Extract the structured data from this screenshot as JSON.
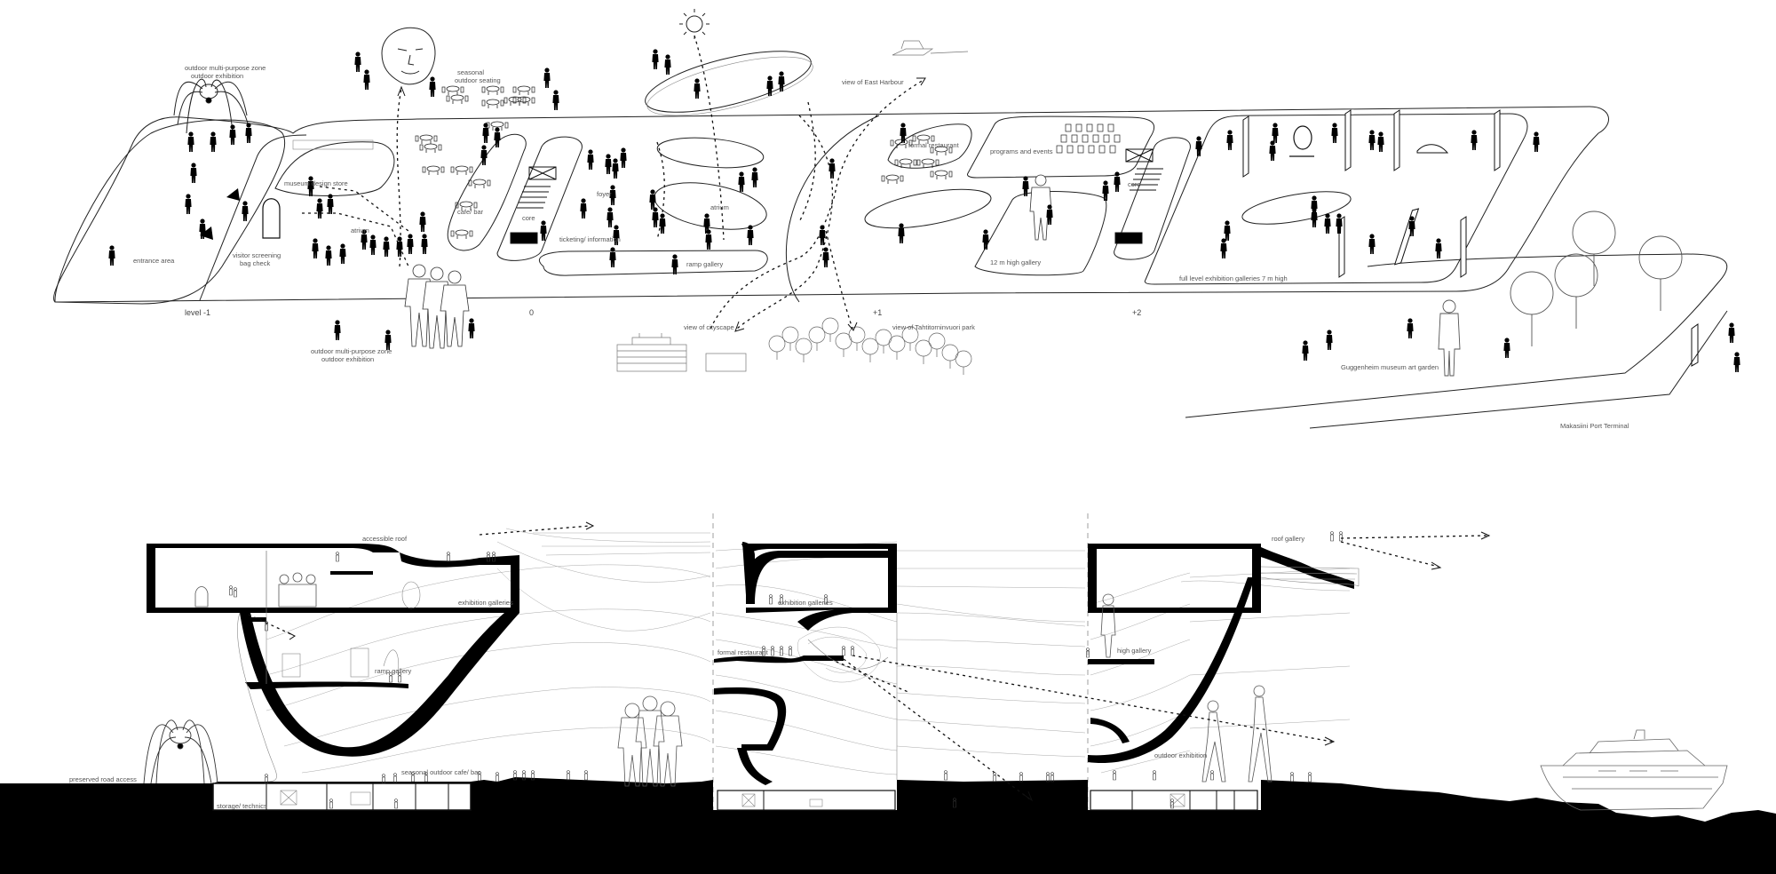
{
  "plan": {
    "levels": {
      "minus1": "level  -1",
      "zero": "0",
      "plus1": "+1",
      "plus2": "+2"
    },
    "labels": {
      "outdoor_top_1": "outdoor multi-purpose zone",
      "outdoor_top_2": "outdoor exhibition",
      "seasonal_1": "seasonal",
      "seasonal_2": "outdoor seating",
      "view_east": "view of East Harbour",
      "entrance": "entrance area",
      "visitor_1": "visitor screening",
      "visitor_2": "bag check",
      "design_store": "museum design store",
      "atrium_left": "atrium",
      "cafe": "cafe/ bar",
      "core_left": "core",
      "foyer": "foyer",
      "atrium_center": "atrium",
      "ticketing": "ticketing/ information",
      "ramp_gallery": "ramp gallery",
      "formal_restaurant": "formal restaurant",
      "programs": "programs and events",
      "gallery_12m": "12 m high gallery",
      "core_right": "core",
      "full_level": "full level exhibition galleries 7 m high",
      "outdoor_bottom_1": "outdoor multi-purpose zone",
      "outdoor_bottom_2": "outdoor exhibition",
      "view_city": "view of cityscape",
      "view_park": "view of Tahtitorninvuori park",
      "garden": "Guggenheim museum art garden",
      "terminal": "Makasiini Port Terminal"
    }
  },
  "section": {
    "labels": {
      "accessible_roof": "accessible roof",
      "exhibition_left": "exhibition galleries",
      "ramp_gallery": "ramp gallery",
      "preserved_road": "preserved road access",
      "seasonal_cafe": "seasonal outdoor cafe/ bar",
      "storage": "storage/ technics",
      "exhibition_mid": "exhibition galleries",
      "formal_restaurant": "formal restaurant",
      "roof_gallery": "roof gallery",
      "high_gallery": "high gallery",
      "outdoor_exhibition": "outdoor exhibition"
    }
  }
}
